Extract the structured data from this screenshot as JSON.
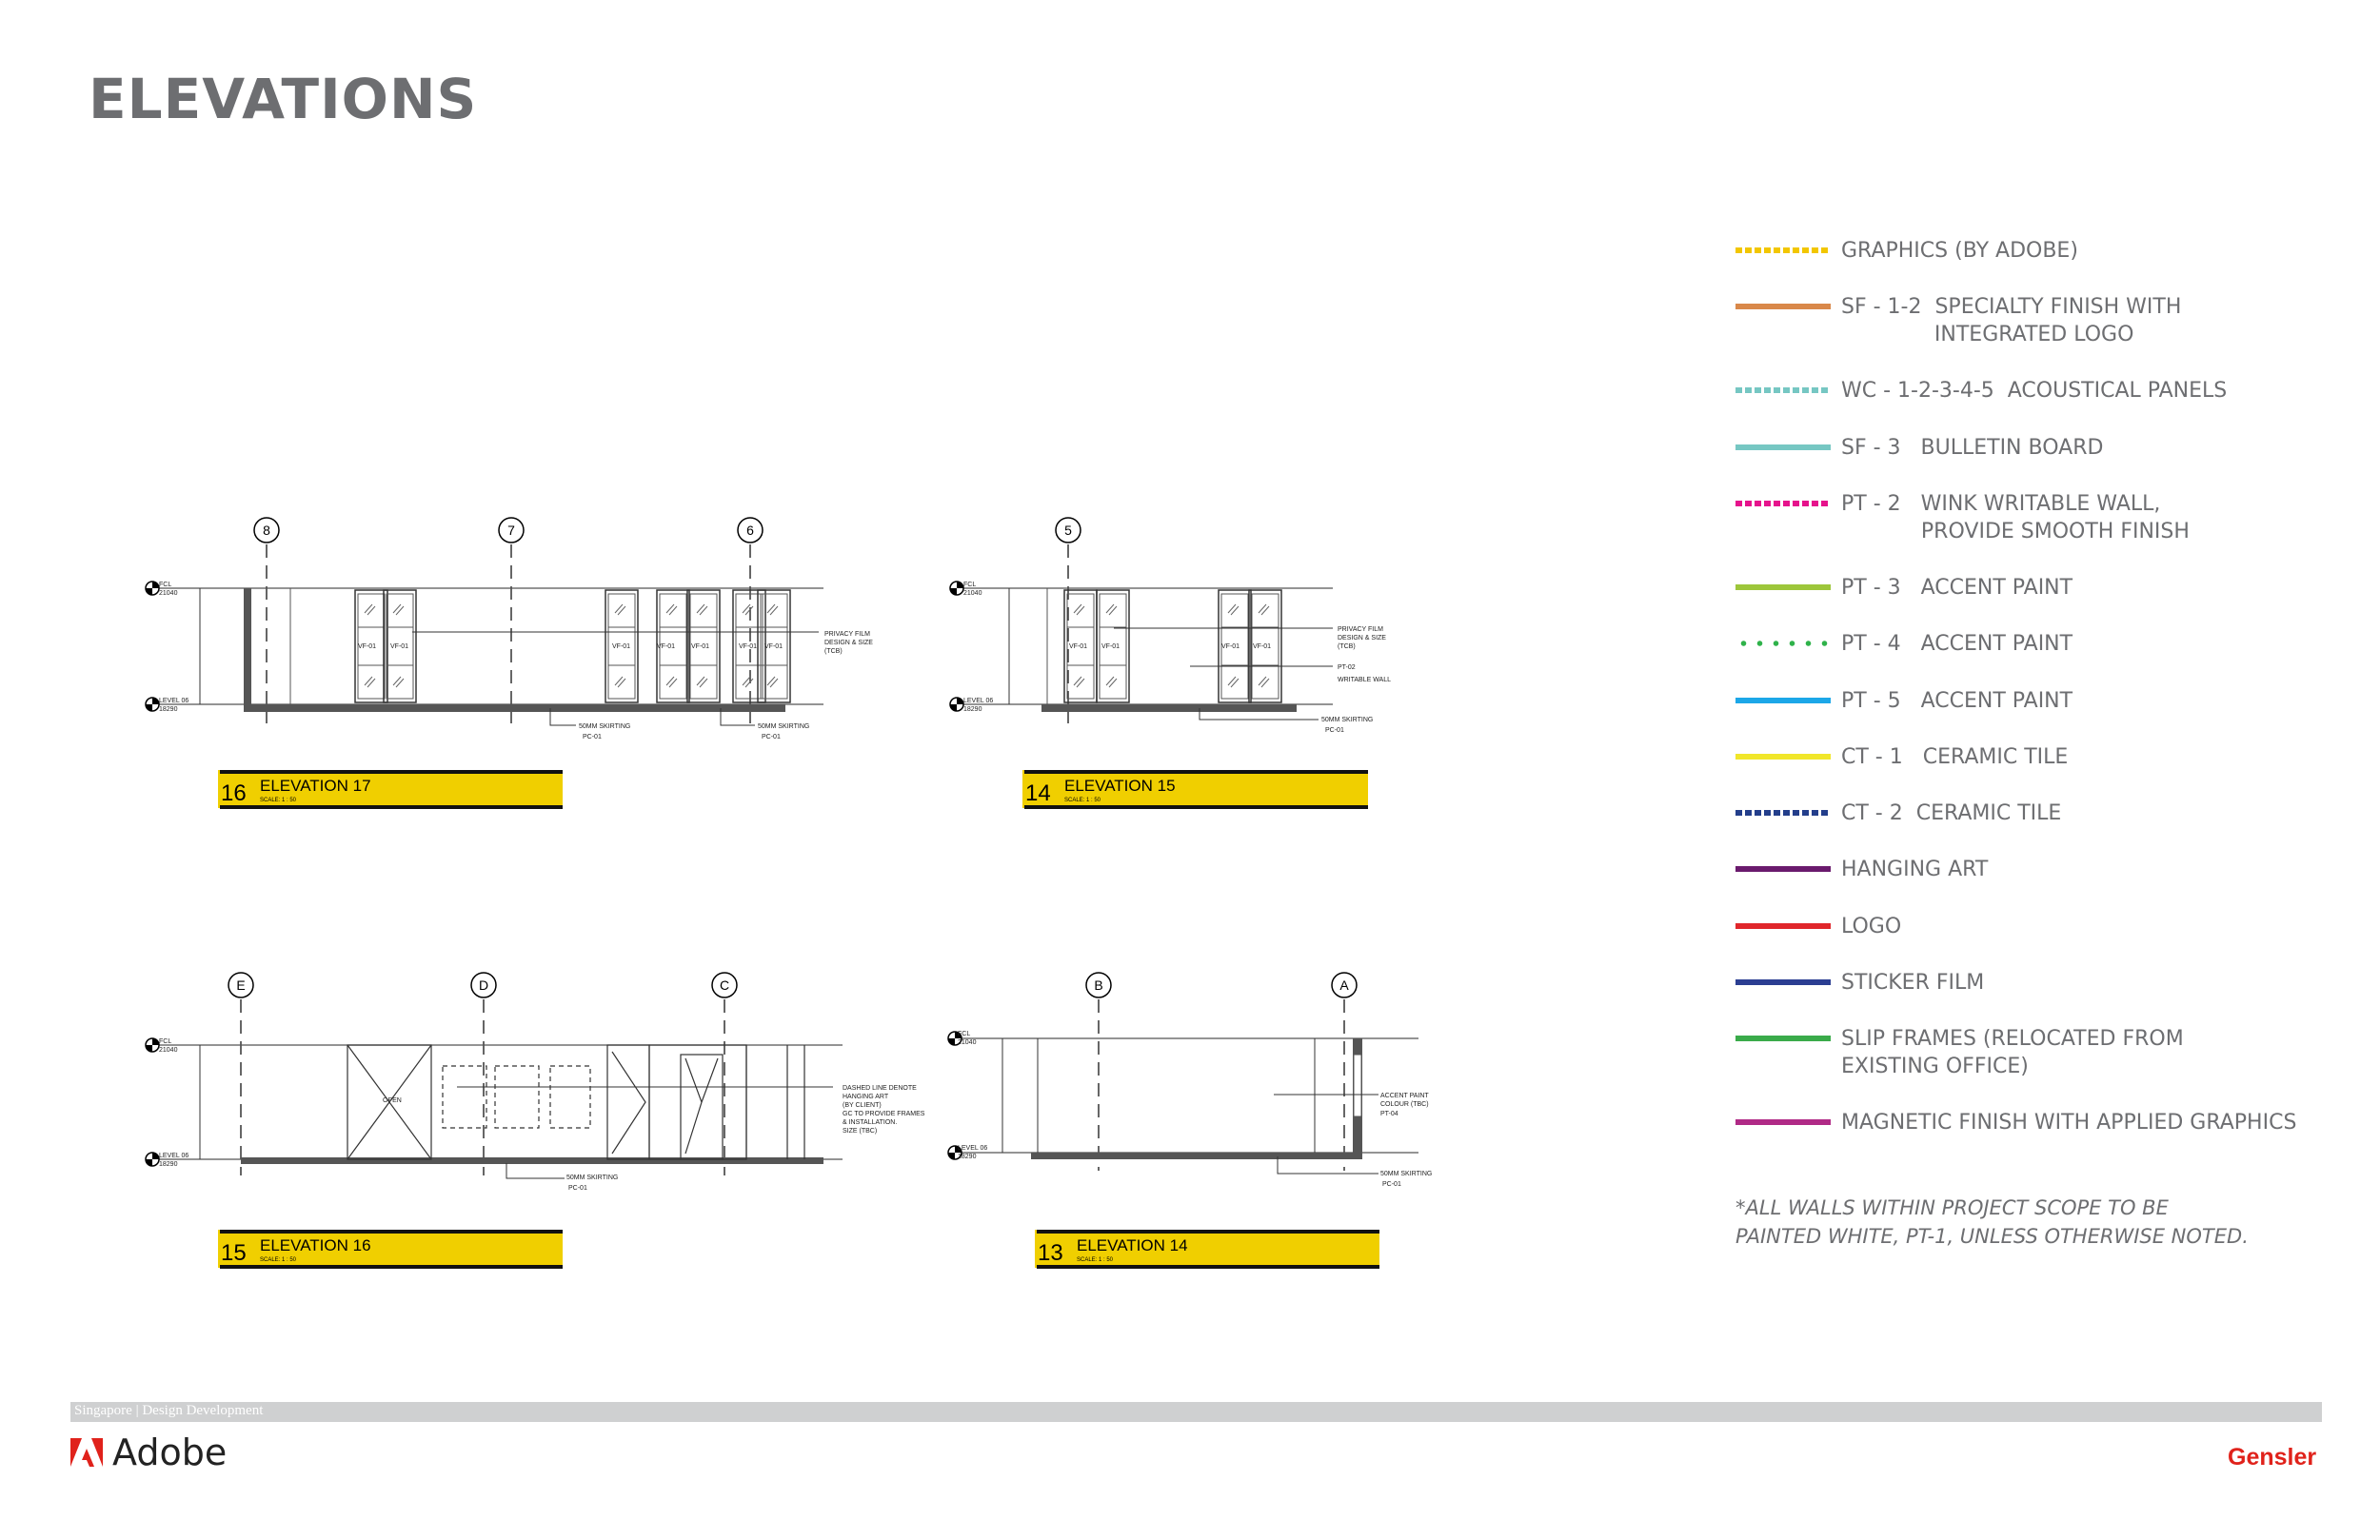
{
  "page": {
    "title": "ELEVATIONS"
  },
  "legend": [
    {
      "label": "GRAPHICS (BY ADOBE)",
      "color": "#f2c600",
      "style": "dotted"
    },
    {
      "label": "SF - 1-2  SPECIALTY FINISH WITH\n              INTEGRATED LOGO",
      "color": "#d9884a",
      "style": "solid"
    },
    {
      "label": "WC - 1-2-3-4-5  ACOUSTICAL PANELS",
      "color": "#76c7c3",
      "style": "dotted"
    },
    {
      "label": "SF - 3   BULLETIN BOARD",
      "color": "#76c7c3",
      "style": "solid"
    },
    {
      "label": "PT - 2   WINK WRITABLE WALL,\n            PROVIDE SMOOTH FINISH",
      "color": "#e6138c",
      "style": "dotted"
    },
    {
      "label": "PT - 3   ACCENT PAINT",
      "color": "#9dc63b",
      "style": "solid"
    },
    {
      "label": "PT - 4   ACCENT PAINT",
      "color": "#2fb24a",
      "style": "dots"
    },
    {
      "label": "PT - 5   ACCENT PAINT",
      "color": "#1ca7e8",
      "style": "solid"
    },
    {
      "label": "CT - 1   CERAMIC TILE",
      "color": "#f1e62a",
      "style": "solid"
    },
    {
      "label": "CT - 2  CERAMIC TILE",
      "color": "#233e8b",
      "style": "dotted"
    },
    {
      "label": "HANGING ART",
      "color": "#6a1a6d",
      "style": "solid"
    },
    {
      "label": "LOGO",
      "color": "#e0262b",
      "style": "solid"
    },
    {
      "label": "STICKER FILM",
      "color": "#2b3e92",
      "style": "solid"
    },
    {
      "label": "SLIP FRAMES (RELOCATED FROM\nEXISTING OFFICE)",
      "color": "#3aab4a",
      "style": "solid"
    },
    {
      "label": "MAGNETIC FINISH WITH APPLIED GRAPHICS",
      "color": "#b02a86",
      "style": "solid"
    }
  ],
  "note": {
    "line1": "*ALL WALLS WITHIN PROJECT SCOPE TO BE",
    "line2": "PAINTED WHITE, PT-1, UNLESS OTHERWISE NOTED."
  },
  "levels": {
    "top_name": "FCL",
    "top_value": "21040",
    "bottom_name": "LEVEL 06",
    "bottom_value": "18290"
  },
  "tags": {
    "vf": "VF-01",
    "pc": "PC-01",
    "pt02": "PT-02",
    "pt04": "PT-04",
    "skirting": "50MM SKIRTING"
  },
  "elevations": [
    {
      "number": "16",
      "title": "ELEVATION 17",
      "scale": "SCALE:  1 : 50",
      "grids": [
        "8",
        "7",
        "6"
      ],
      "notes": [
        "PRIVACY FILM",
        "DESIGN & SIZE",
        "(TCB)"
      ]
    },
    {
      "number": "14",
      "title": "ELEVATION 15",
      "scale": "SCALE:  1 : 50",
      "grids": [
        "5"
      ],
      "notes": [
        "PRIVACY FILM",
        "DESIGN & SIZE",
        "(TCB)",
        "WRITABLE WALL"
      ]
    },
    {
      "number": "15",
      "title": "ELEVATION 16",
      "scale": "SCALE:  1 : 50",
      "grids": [
        "E",
        "D",
        "C"
      ],
      "notes": [
        "DASHED LINE DENOTE",
        "HANGING ART",
        "(BY CLIENT)",
        "GC TO PROVIDE FRAMES",
        "& INSTALLATION.",
        "SIZE (TBC)"
      ],
      "open": "OPEN"
    },
    {
      "number": "13",
      "title": "ELEVATION 14",
      "scale": "SCALE:  1 : 50",
      "grids": [
        "B",
        "A"
      ],
      "notes": [
        "ACCENT PAINT",
        "COLOUR (TBC)"
      ]
    }
  ],
  "footer": {
    "project": "Singapore | Design Development",
    "client_logo": "Adobe",
    "firm_logo": "Gensler",
    "adobe_red": "#e0221b"
  }
}
